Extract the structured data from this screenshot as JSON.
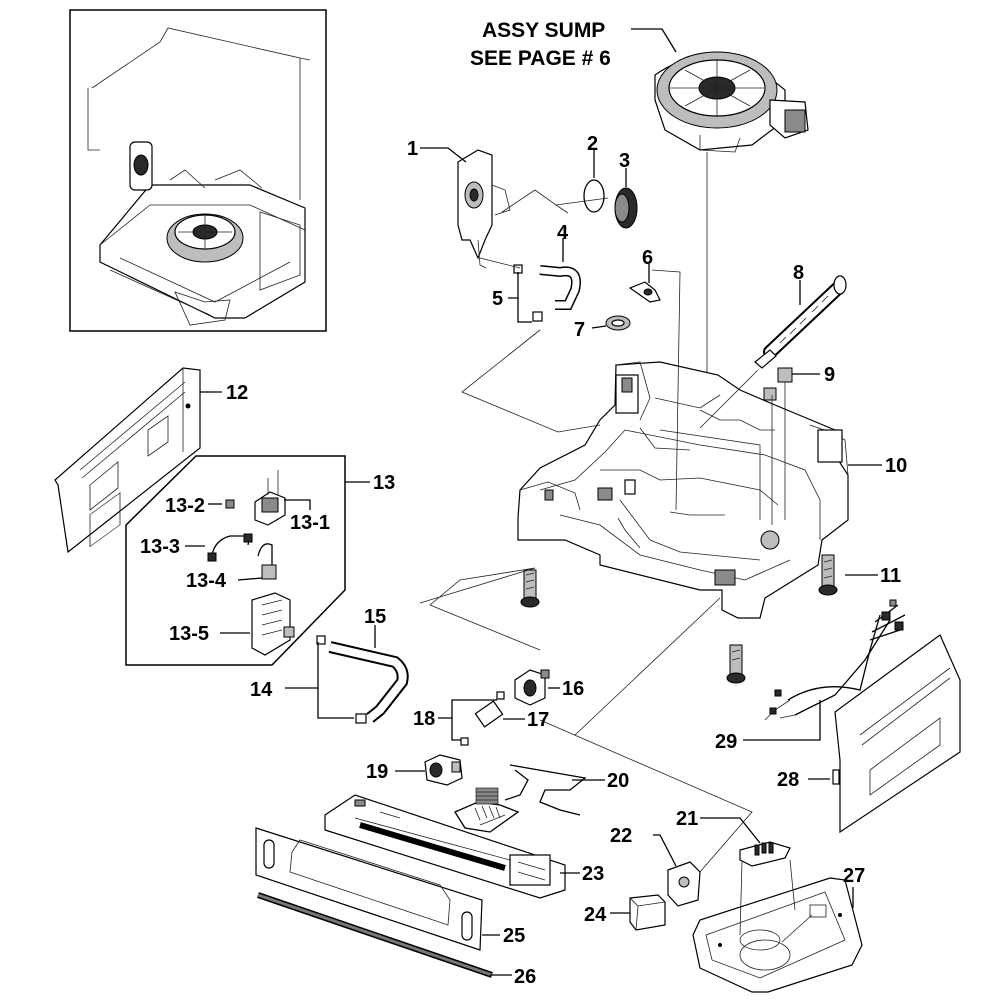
{
  "diagram": {
    "callouts": {
      "assy_sump_line1": "ASSY SUMP",
      "assy_sump_line2": "SEE PAGE # 6"
    },
    "parts": [
      {
        "id": "p1",
        "label": "1"
      },
      {
        "id": "p2",
        "label": "2"
      },
      {
        "id": "p3",
        "label": "3"
      },
      {
        "id": "p4",
        "label": "4"
      },
      {
        "id": "p5",
        "label": "5"
      },
      {
        "id": "p6",
        "label": "6"
      },
      {
        "id": "p7",
        "label": "7"
      },
      {
        "id": "p8",
        "label": "8"
      },
      {
        "id": "p9",
        "label": "9"
      },
      {
        "id": "p10",
        "label": "10"
      },
      {
        "id": "p11",
        "label": "11"
      },
      {
        "id": "p12",
        "label": "12"
      },
      {
        "id": "p13",
        "label": "13"
      },
      {
        "id": "p13_1",
        "label": "13-1"
      },
      {
        "id": "p13_2",
        "label": "13-2"
      },
      {
        "id": "p13_3",
        "label": "13-3"
      },
      {
        "id": "p13_4",
        "label": "13-4"
      },
      {
        "id": "p13_5",
        "label": "13-5"
      },
      {
        "id": "p14",
        "label": "14"
      },
      {
        "id": "p15",
        "label": "15"
      },
      {
        "id": "p16",
        "label": "16"
      },
      {
        "id": "p17",
        "label": "17"
      },
      {
        "id": "p18",
        "label": "18"
      },
      {
        "id": "p19",
        "label": "19"
      },
      {
        "id": "p20",
        "label": "20"
      },
      {
        "id": "p21",
        "label": "21"
      },
      {
        "id": "p22",
        "label": "22"
      },
      {
        "id": "p23",
        "label": "23"
      },
      {
        "id": "p24",
        "label": "24"
      },
      {
        "id": "p25",
        "label": "25"
      },
      {
        "id": "p26",
        "label": "26"
      },
      {
        "id": "p27",
        "label": "27"
      },
      {
        "id": "p28",
        "label": "28"
      },
      {
        "id": "p29",
        "label": "29"
      }
    ]
  }
}
